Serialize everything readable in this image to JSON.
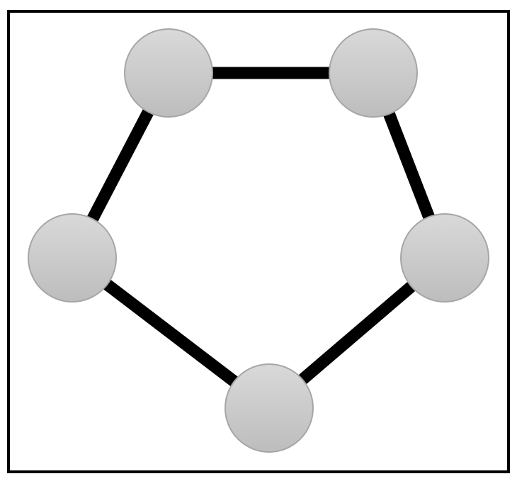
{
  "diagram": {
    "type": "cycle-graph",
    "node_count": 5,
    "edge_count": 5,
    "nodes": [
      "top-left",
      "top-right",
      "right",
      "bottom",
      "left"
    ],
    "edges": [
      [
        "top-left",
        "top-right"
      ],
      [
        "top-right",
        "right"
      ],
      [
        "right",
        "bottom"
      ],
      [
        "bottom",
        "left"
      ],
      [
        "left",
        "top-left"
      ]
    ],
    "colors": {
      "background": "#ffffff",
      "frame": "#000000",
      "edge": "#000000",
      "node_fill_top": "#d9d9d9",
      "node_fill_bottom": "#bdbdbd",
      "node_stroke": "#a6a6a6"
    }
  }
}
